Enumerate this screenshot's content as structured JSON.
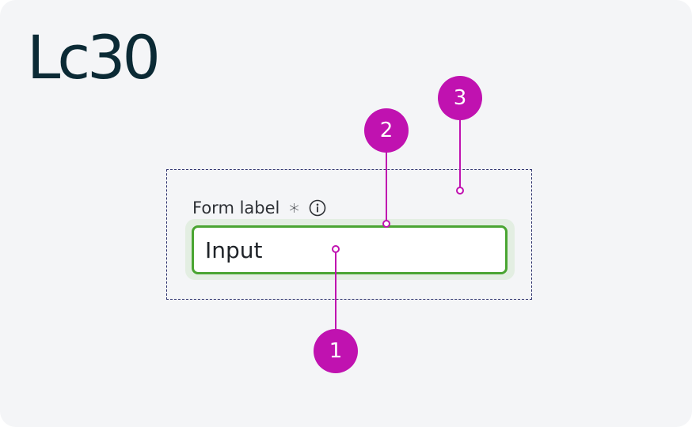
{
  "title": "Lc30",
  "form": {
    "label": "Form label",
    "required_mark": "∗",
    "input_value": "Input"
  },
  "markers": [
    "1",
    "2",
    "3"
  ],
  "colors": {
    "background": "#f4f5f7",
    "title": "#0b2a35",
    "marker": "#c012b0",
    "input_border": "#4aa532",
    "focus_halo": "#e3eee2",
    "dashed_outline": "#2a2f6b"
  },
  "icons": [
    "info-icon"
  ]
}
